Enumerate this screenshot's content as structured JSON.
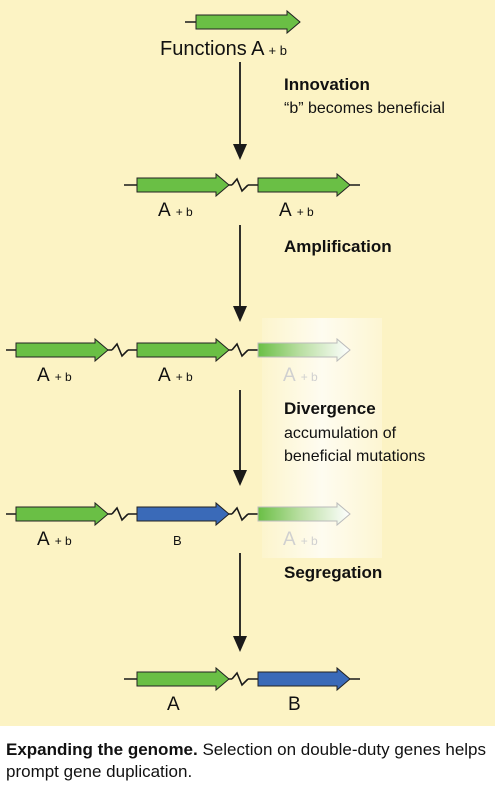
{
  "colors": {
    "panel_background": "#fcf3c4",
    "gene_green": "#6abf45",
    "gene_blue": "#3a6ab8",
    "line": "#1a1a1a"
  },
  "top_label": {
    "main": "Functions A",
    "sub": "+ b"
  },
  "steps": [
    {
      "title": "Innovation",
      "description": [
        "“b” becomes beneficial"
      ]
    },
    {
      "title": "Amplification",
      "description": []
    },
    {
      "title": "Divergence",
      "description": [
        "accumulation of",
        "beneficial mutations"
      ]
    },
    {
      "title": "Segregation",
      "description": []
    }
  ],
  "gene_labels": {
    "a_main": "A",
    "a_sub": "+ b",
    "b_small": "B",
    "final_a": "A",
    "final_b": "B"
  },
  "caption": {
    "title": "Expanding the genome.",
    "text": " Selection on double-duty genes helps prompt gene duplication."
  }
}
